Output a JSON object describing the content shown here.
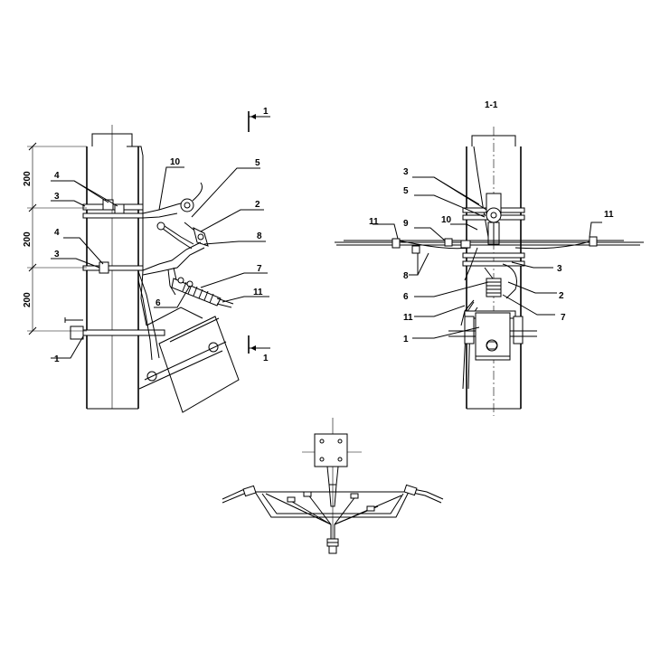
{
  "section_title": "1-1",
  "section_mark": "1",
  "dimensions": [
    "200",
    "200",
    "200"
  ],
  "left_view": {
    "labels": [
      "4",
      "3",
      "4",
      "3",
      "1",
      "10",
      "5",
      "2",
      "8",
      "7",
      "11",
      "6"
    ]
  },
  "right_view": {
    "labels": [
      "3",
      "5",
      "11",
      "9",
      "10",
      "8",
      "6",
      "11",
      "1",
      "11",
      "3",
      "2",
      "7"
    ]
  }
}
